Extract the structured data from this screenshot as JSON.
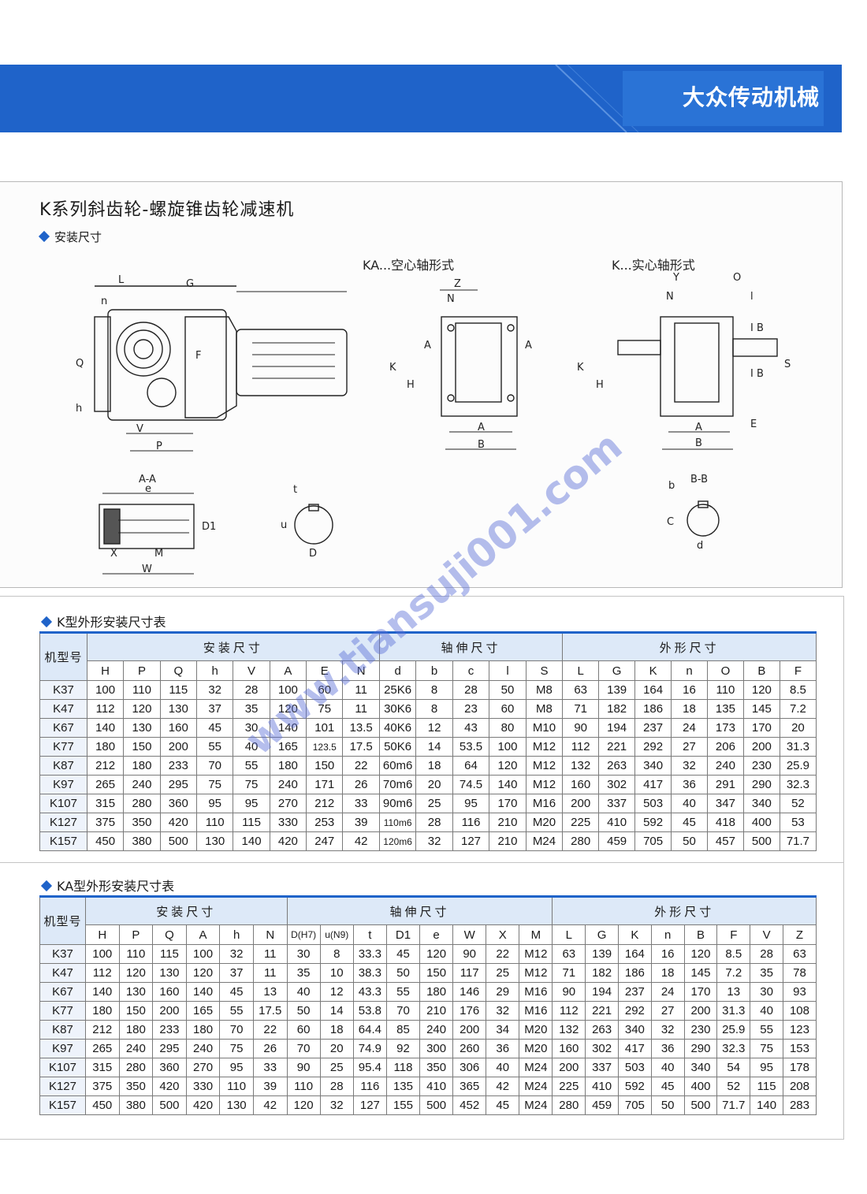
{
  "header": {
    "brand": "大众传动机械"
  },
  "drawing": {
    "title": "K系列斜齿轮-螺旋锥齿轮减速机",
    "subtitle": "安装尺寸",
    "view_ka": "KA...空心轴形式",
    "view_k": "K...实心轴形式",
    "section_aa": "A-A",
    "section_bb": "B-B",
    "watermark": "www.tiansuji001.com"
  },
  "k_table": {
    "title": "K型外形安装尺寸表",
    "model_header": "机型号",
    "groups": [
      "安装尺寸",
      "轴伸尺寸",
      "外形尺寸"
    ],
    "columns": [
      "H",
      "P",
      "Q",
      "h",
      "V",
      "A",
      "E",
      "N",
      "d",
      "b",
      "c",
      "l",
      "S",
      "L",
      "G",
      "K",
      "n",
      "O",
      "B",
      "F"
    ],
    "rows": [
      [
        "K37",
        "100",
        "110",
        "115",
        "32",
        "28",
        "100",
        "60",
        "11",
        "25K6",
        "8",
        "28",
        "50",
        "M8",
        "63",
        "139",
        "164",
        "16",
        "110",
        "120",
        "8.5"
      ],
      [
        "K47",
        "112",
        "120",
        "130",
        "37",
        "35",
        "120",
        "75",
        "11",
        "30K6",
        "8",
        "23",
        "60",
        "M8",
        "71",
        "182",
        "186",
        "18",
        "135",
        "145",
        "7.2"
      ],
      [
        "K67",
        "140",
        "130",
        "160",
        "45",
        "30",
        "140",
        "101",
        "13.5",
        "40K6",
        "12",
        "43",
        "80",
        "M10",
        "90",
        "194",
        "237",
        "24",
        "173",
        "170",
        "20"
      ],
      [
        "K77",
        "180",
        "150",
        "200",
        "55",
        "40",
        "165",
        "123.5",
        "17.5",
        "50K6",
        "14",
        "53.5",
        "100",
        "M12",
        "112",
        "221",
        "292",
        "27",
        "206",
        "200",
        "31.3"
      ],
      [
        "K87",
        "212",
        "180",
        "233",
        "70",
        "55",
        "180",
        "150",
        "22",
        "60m6",
        "18",
        "64",
        "120",
        "M12",
        "132",
        "263",
        "340",
        "32",
        "240",
        "230",
        "25.9"
      ],
      [
        "K97",
        "265",
        "240",
        "295",
        "75",
        "75",
        "240",
        "171",
        "26",
        "70m6",
        "20",
        "74.5",
        "140",
        "M12",
        "160",
        "302",
        "417",
        "36",
        "291",
        "290",
        "32.3"
      ],
      [
        "K107",
        "315",
        "280",
        "360",
        "95",
        "95",
        "270",
        "212",
        "33",
        "90m6",
        "25",
        "95",
        "170",
        "M16",
        "200",
        "337",
        "503",
        "40",
        "347",
        "340",
        "52"
      ],
      [
        "K127",
        "375",
        "350",
        "420",
        "110",
        "115",
        "330",
        "253",
        "39",
        "110m6",
        "28",
        "116",
        "210",
        "M20",
        "225",
        "410",
        "592",
        "45",
        "418",
        "400",
        "53"
      ],
      [
        "K157",
        "450",
        "380",
        "500",
        "130",
        "140",
        "420",
        "247",
        "42",
        "120m6",
        "32",
        "127",
        "210",
        "M24",
        "280",
        "459",
        "705",
        "50",
        "457",
        "500",
        "71.7"
      ]
    ]
  },
  "ka_table": {
    "title": "KA型外形安装尺寸表",
    "model_header": "机型号",
    "groups": [
      "安装尺寸",
      "轴伸尺寸",
      "外形尺寸"
    ],
    "columns": [
      "H",
      "P",
      "Q",
      "A",
      "h",
      "N",
      "D(H7)",
      "u(N9)",
      "t",
      "D1",
      "e",
      "W",
      "X",
      "M",
      "L",
      "G",
      "K",
      "n",
      "B",
      "F",
      "V",
      "Z"
    ],
    "rows": [
      [
        "K37",
        "100",
        "110",
        "115",
        "100",
        "32",
        "11",
        "30",
        "8",
        "33.3",
        "45",
        "120",
        "90",
        "22",
        "M12",
        "63",
        "139",
        "164",
        "16",
        "120",
        "8.5",
        "28",
        "63"
      ],
      [
        "K47",
        "112",
        "120",
        "130",
        "120",
        "37",
        "11",
        "35",
        "10",
        "38.3",
        "50",
        "150",
        "117",
        "25",
        "M12",
        "71",
        "182",
        "186",
        "18",
        "145",
        "7.2",
        "35",
        "78"
      ],
      [
        "K67",
        "140",
        "130",
        "160",
        "140",
        "45",
        "13",
        "40",
        "12",
        "43.3",
        "55",
        "180",
        "146",
        "29",
        "M16",
        "90",
        "194",
        "237",
        "24",
        "170",
        "13",
        "30",
        "93"
      ],
      [
        "K77",
        "180",
        "150",
        "200",
        "165",
        "55",
        "17.5",
        "50",
        "14",
        "53.8",
        "70",
        "210",
        "176",
        "32",
        "M16",
        "112",
        "221",
        "292",
        "27",
        "200",
        "31.3",
        "40",
        "108"
      ],
      [
        "K87",
        "212",
        "180",
        "233",
        "180",
        "70",
        "22",
        "60",
        "18",
        "64.4",
        "85",
        "240",
        "200",
        "34",
        "M20",
        "132",
        "263",
        "340",
        "32",
        "230",
        "25.9",
        "55",
        "123"
      ],
      [
        "K97",
        "265",
        "240",
        "295",
        "240",
        "75",
        "26",
        "70",
        "20",
        "74.9",
        "92",
        "300",
        "260",
        "36",
        "M20",
        "160",
        "302",
        "417",
        "36",
        "290",
        "32.3",
        "75",
        "153"
      ],
      [
        "K107",
        "315",
        "280",
        "360",
        "270",
        "95",
        "33",
        "90",
        "25",
        "95.4",
        "118",
        "350",
        "306",
        "40",
        "M24",
        "200",
        "337",
        "503",
        "40",
        "340",
        "54",
        "95",
        "178"
      ],
      [
        "K127",
        "375",
        "350",
        "420",
        "330",
        "110",
        "39",
        "110",
        "28",
        "116",
        "135",
        "410",
        "365",
        "42",
        "M24",
        "225",
        "410",
        "592",
        "45",
        "400",
        "52",
        "115",
        "208"
      ],
      [
        "K157",
        "450",
        "380",
        "500",
        "420",
        "130",
        "42",
        "120",
        "32",
        "127",
        "155",
        "500",
        "452",
        "45",
        "M24",
        "280",
        "459",
        "705",
        "50",
        "500",
        "71.7",
        "140",
        "283"
      ]
    ]
  }
}
